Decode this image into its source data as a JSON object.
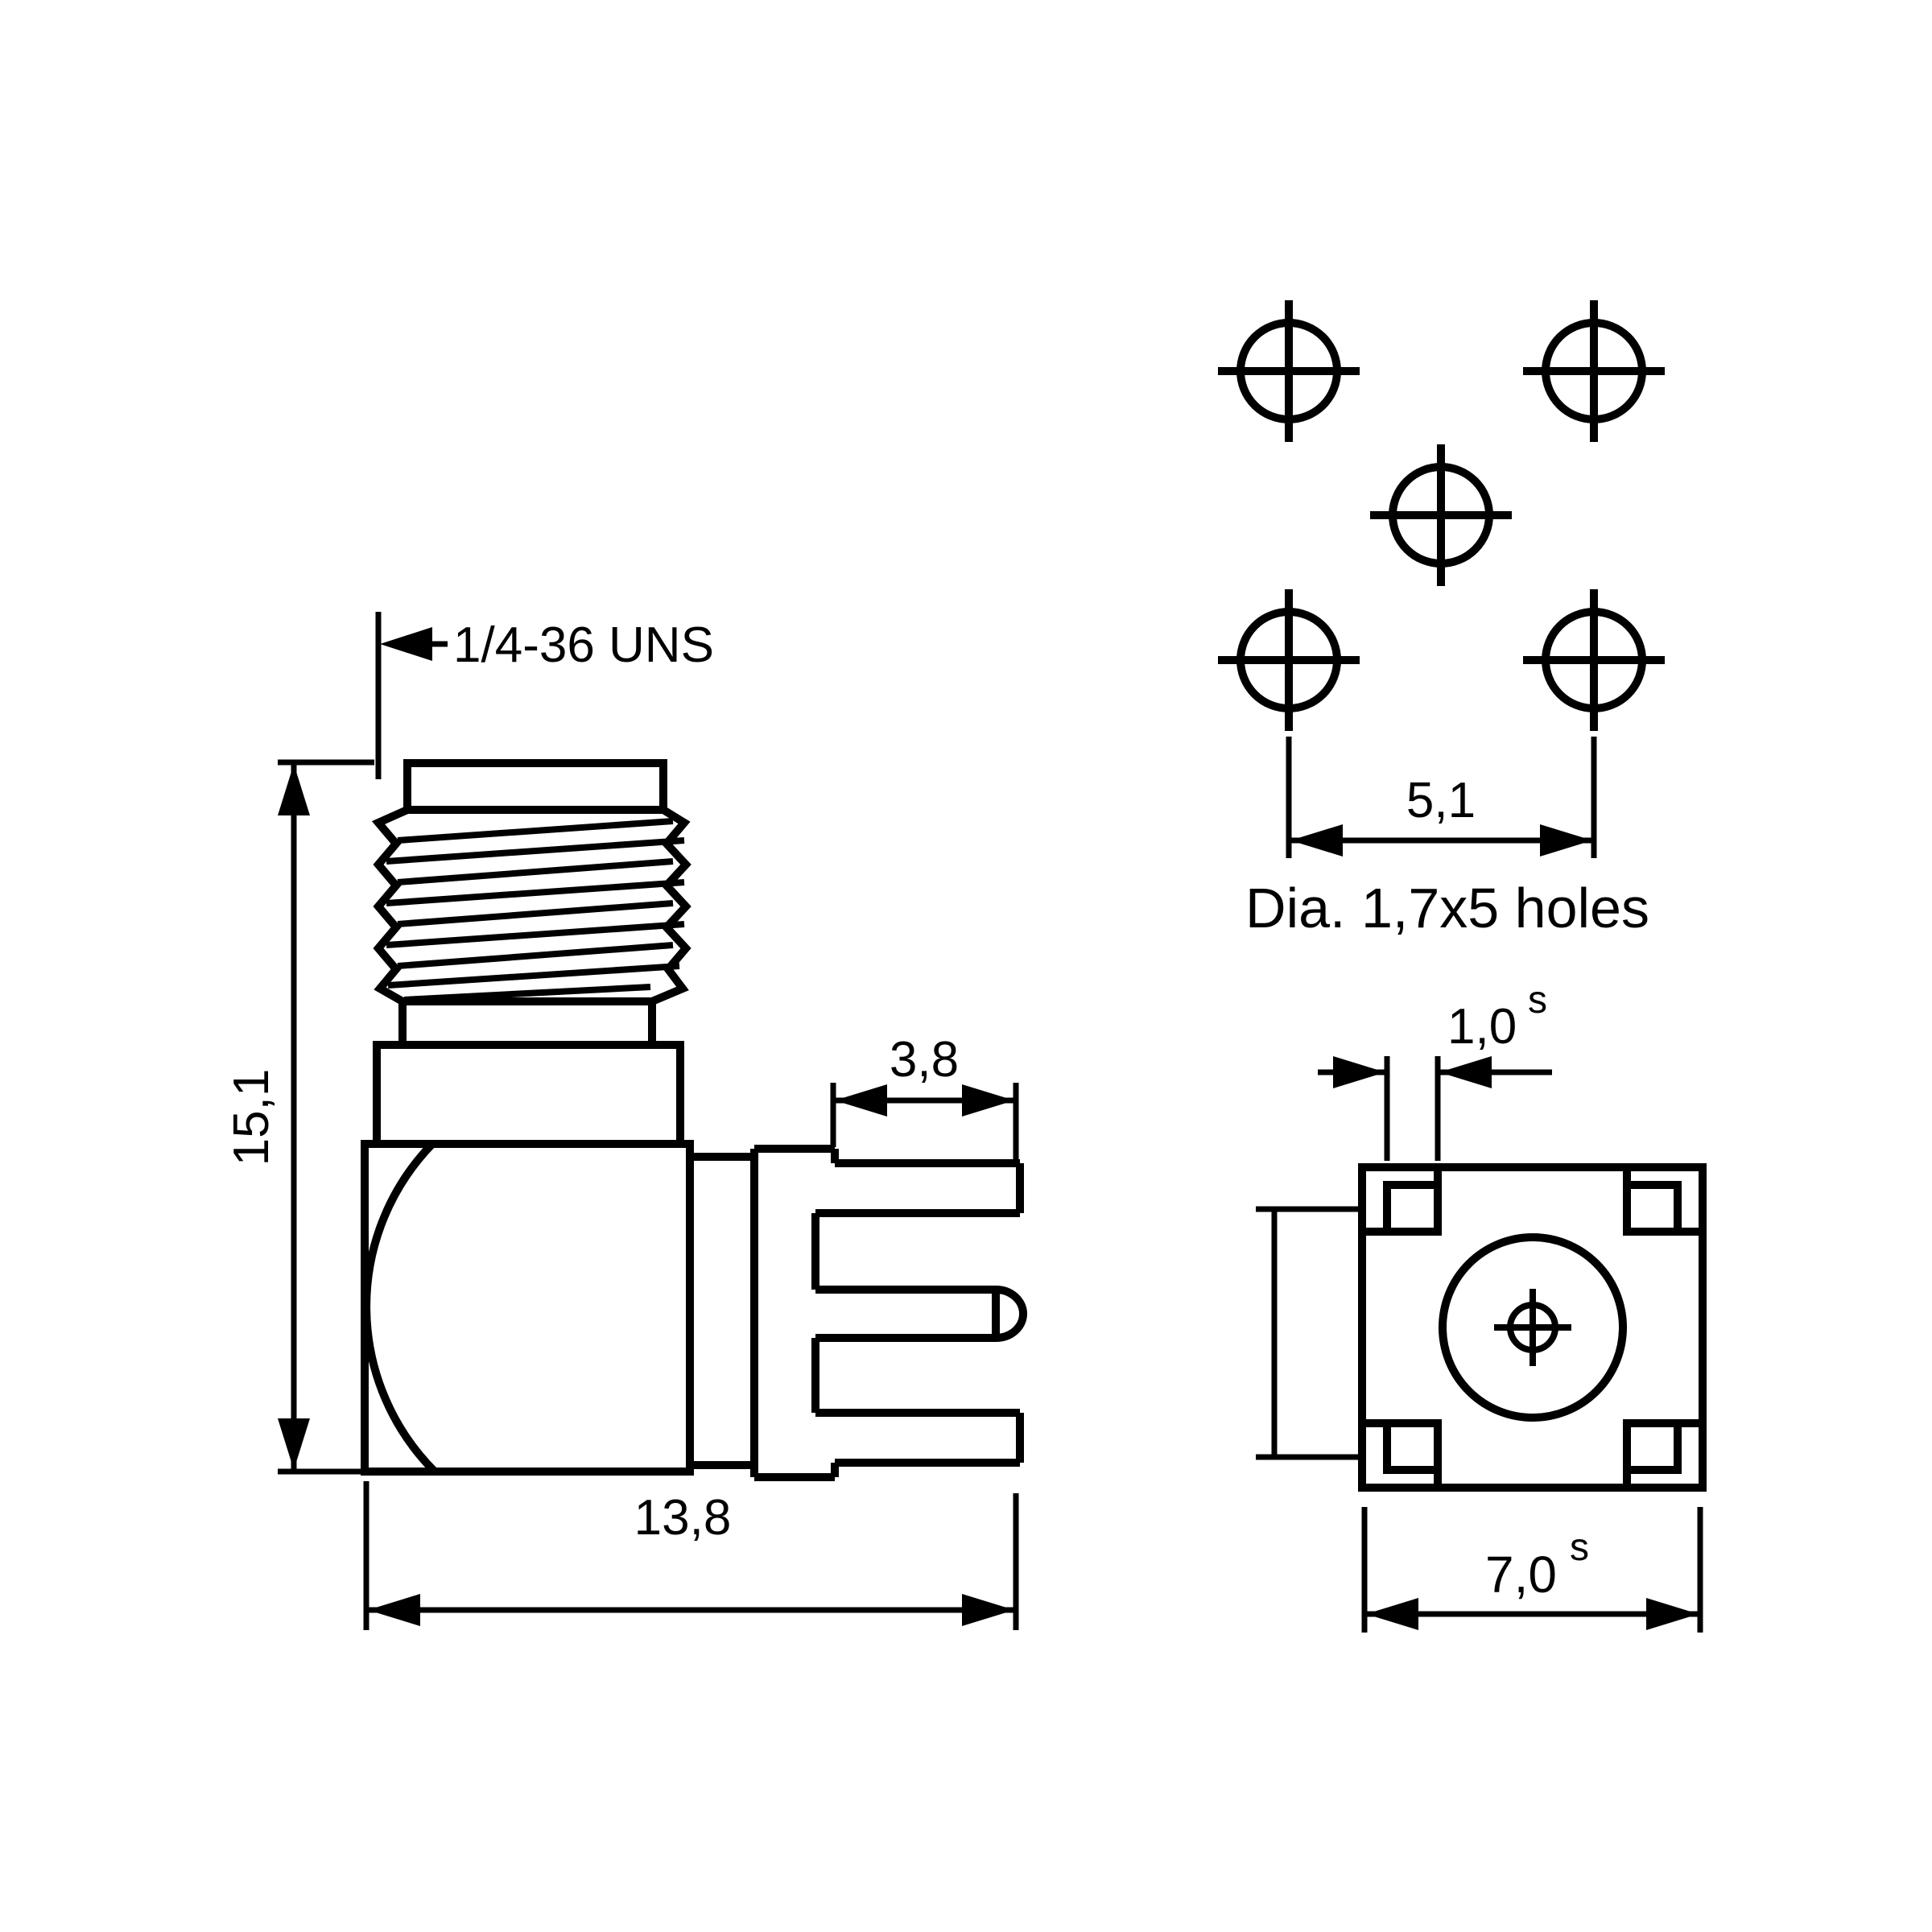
{
  "colors": {
    "ink": "#000000",
    "paper": "#ffffff"
  },
  "side_view": {
    "thread_spec": "1/4-36 UNS",
    "height": "15,1",
    "leg_length": "3,8",
    "depth": "13,8"
  },
  "hole_pattern": {
    "hole_count": 5,
    "spacing": "5,1",
    "note": "Dia. 1,7x5 holes"
  },
  "end_view": {
    "pad_width": "1,0",
    "pad_width_suffix": "s",
    "body_size": "7,0",
    "body_size_suffix": "s"
  }
}
